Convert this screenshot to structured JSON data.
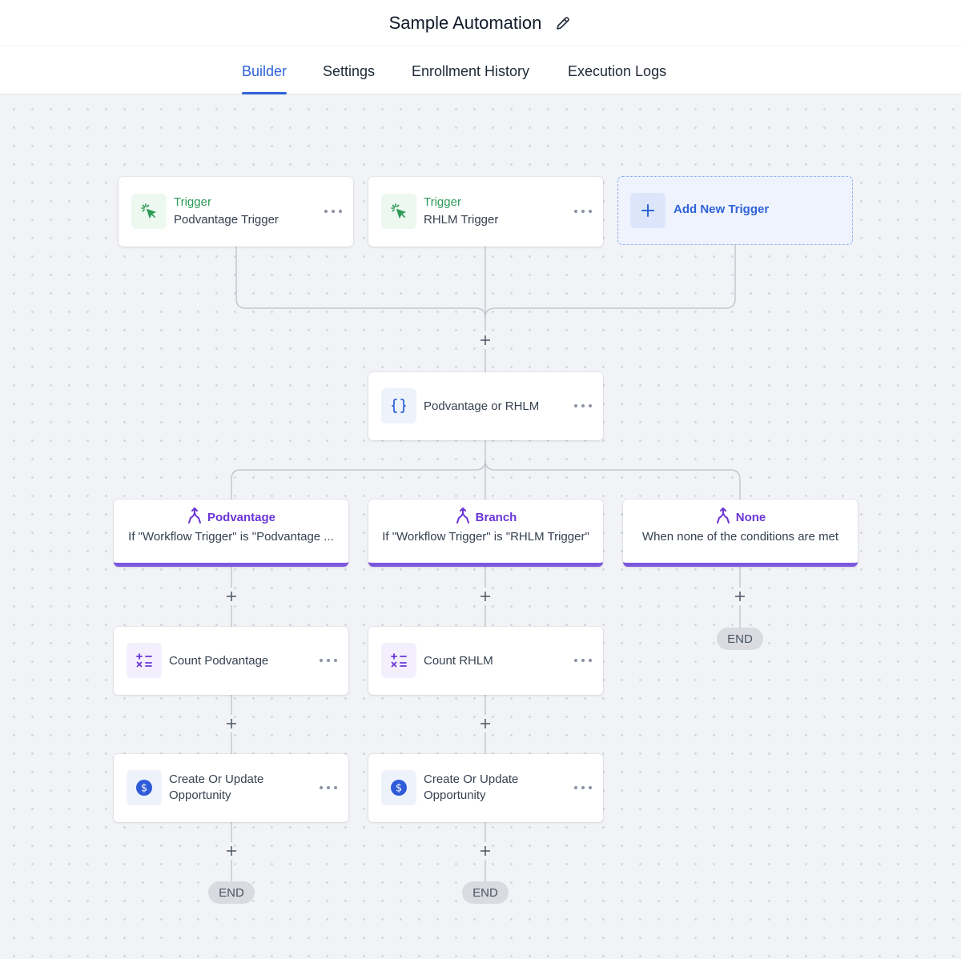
{
  "header": {
    "title": "Sample Automation",
    "edit_icon": "pencil-icon",
    "tabs": [
      {
        "label": "Builder",
        "active": true
      },
      {
        "label": "Settings",
        "active": false
      },
      {
        "label": "Enrollment History",
        "active": false
      },
      {
        "label": "Execution Logs",
        "active": false
      }
    ],
    "accent_color": "#2f63d8"
  },
  "triggers": [
    {
      "kicker": "Trigger",
      "label": "Podvantage Trigger",
      "icon": "cursor-click-icon"
    },
    {
      "kicker": "Trigger",
      "label": "RHLM Trigger",
      "icon": "cursor-click-icon"
    }
  ],
  "add_trigger": {
    "label": "Add New Trigger",
    "icon": "plus-icon"
  },
  "condition": {
    "label": "Podvantage or RHLM",
    "icon": "braces-icon"
  },
  "branches": [
    {
      "name": "Podvantage",
      "desc": "If \"Workflow Trigger\" is \"Podvantage ...",
      "icon": "branch-icon"
    },
    {
      "name": "Branch",
      "desc": "If \"Workflow Trigger\" is \"RHLM Trigger\"",
      "icon": "branch-icon"
    },
    {
      "name": "None",
      "desc": "When none of the conditions are met",
      "icon": "branch-icon"
    }
  ],
  "branch_color": "#7c57e0",
  "actions": {
    "left": [
      {
        "label": "Count Podvantage",
        "icon": "math-operations-icon"
      },
      {
        "label": [
          "Create Or Update",
          "Opportunity"
        ],
        "icon": "dollar-icon"
      }
    ],
    "middle": [
      {
        "label": "Count RHLM",
        "icon": "math-operations-icon"
      },
      {
        "label": [
          "Create Or Update",
          "Opportunity"
        ],
        "icon": "dollar-icon"
      }
    ]
  },
  "end_label": "END"
}
